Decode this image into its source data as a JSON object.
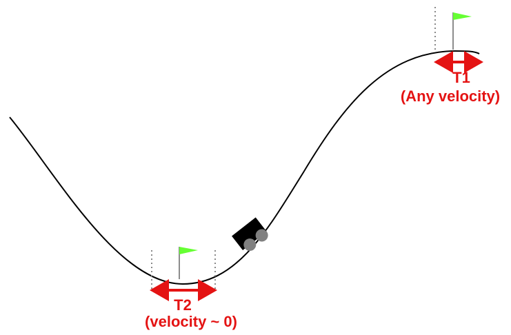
{
  "targets": {
    "t1": {
      "name": "T1",
      "condition": "(Any velocity)"
    },
    "t2": {
      "name": "T2",
      "condition": "(velocity ~ 0)"
    }
  },
  "colors": {
    "track": "#000000",
    "target_marker": "#e41313",
    "flag": "#66ff33",
    "car_body": "#000000",
    "car_wheel": "#808080",
    "guide_lines": "#888888"
  }
}
